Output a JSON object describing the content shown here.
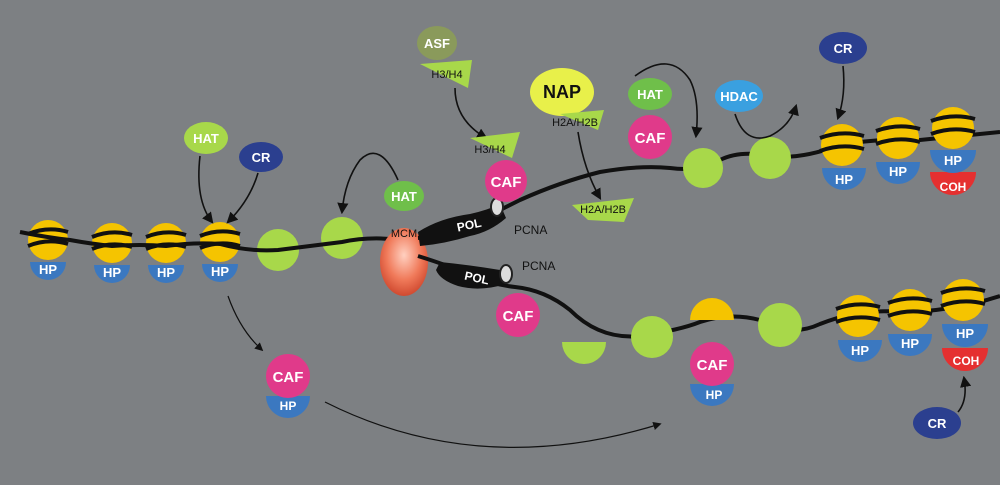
{
  "colors": {
    "background": "#7d8083",
    "nucleosome": "#f5c400",
    "hp": "#3b78c0",
    "caf": "#e03a8a",
    "hat": "#8cc63f",
    "cr": "#2b3f8f",
    "asf": "#8a9a5b",
    "nap": "#e8f04a",
    "hdac": "#3aa0e0",
    "coh": "#e53030",
    "mcm": "#e86a4a",
    "histone": "#a8d84a",
    "pol": "#111111",
    "dna": "#111111"
  },
  "labels": {
    "hp": "HP",
    "caf": "CAF",
    "hat": "HAT",
    "cr": "CR",
    "asf": "ASF",
    "nap": "NAP",
    "hdac": "HDAC",
    "coh": "COH",
    "mcm": "MCM",
    "pol": "POL",
    "pcna": "PCNA",
    "h3h4": "H3/H4",
    "h2ah2b": "H2A/H2B"
  }
}
